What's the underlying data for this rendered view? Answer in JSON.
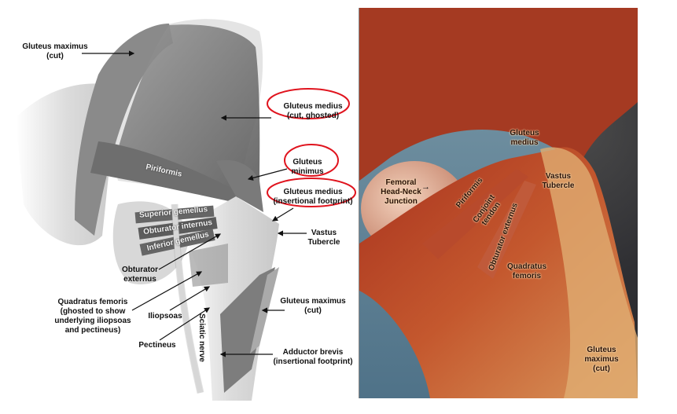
{
  "illustration": {
    "labels": {
      "gluteus_maximus_top": [
        "Gluteus maximus",
        "(cut)"
      ],
      "gluteus_medius_ghosted": [
        "Gluteus medius",
        "(cut, ghosted)"
      ],
      "gluteus_minimus": [
        "Gluteus",
        "minimus"
      ],
      "gluteus_medius_footprint": [
        "Gluteus medius",
        "(insertional footprint)"
      ],
      "piriformis": "Piriformis",
      "superior_gemellus": "Superior gemellus",
      "obturator_internus": "Obturator internus",
      "inferior_gemellus": "Inferior gemellus",
      "obturator_externus": [
        "Obturator",
        "externus"
      ],
      "vastus_tubercle": [
        "Vastus",
        "Tubercle"
      ],
      "quadratus_femoris": [
        "Quadratus femoris",
        "(ghosted to show",
        "underlying iliopsoas",
        "and pectineus)"
      ],
      "iliopsoas": "Iliopsoas",
      "pectineus": "Pectineus",
      "sciatic_nerve": "Sciatic nerve",
      "gluteus_maximus_bottom": [
        "Gluteus maximus",
        "(cut)"
      ],
      "adductor_brevis": [
        "Adductor brevis",
        "(insertional footprint)"
      ]
    },
    "highlight_color": "#e0141e"
  },
  "photo": {
    "labels": {
      "gluteus_medius": [
        "Gluteus",
        "medius"
      ],
      "femoral_head_neck": [
        "Femoral",
        "Head-Neck",
        "Junction"
      ],
      "vastus_tubercle": [
        "Vastus",
        "Tubercle"
      ],
      "piriformis": "Piriformis",
      "conjoint_tendon": [
        "Conjoint",
        "tendon"
      ],
      "obturator_externus": "Obturator externus",
      "quadratus_femoris": [
        "Quadratus",
        "femoris"
      ],
      "gluteus_maximus": [
        "Gluteus",
        "maximus",
        "(cut)"
      ]
    }
  }
}
